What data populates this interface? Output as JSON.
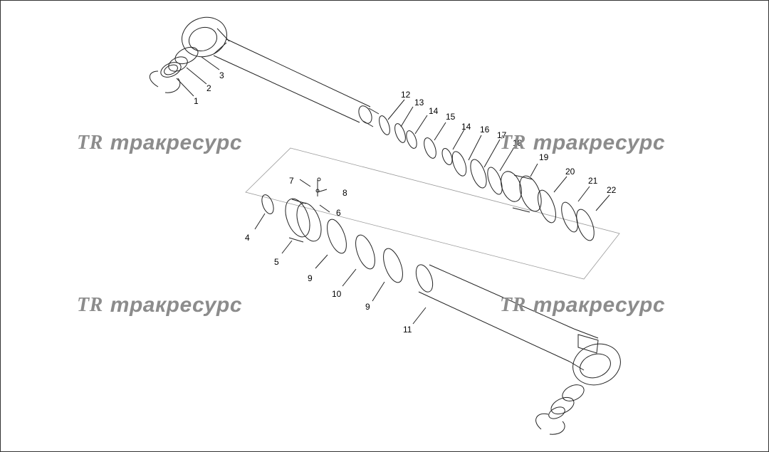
{
  "watermark": {
    "logo": "TR",
    "text": "тракресурс"
  },
  "callouts": [
    "1",
    "2",
    "3",
    "4",
    "5",
    "6",
    "7",
    "8",
    "9",
    "10",
    "9",
    "11",
    "12",
    "13",
    "14",
    "15",
    "14",
    "16",
    "17",
    "18",
    "19",
    "20",
    "21",
    "22"
  ]
}
